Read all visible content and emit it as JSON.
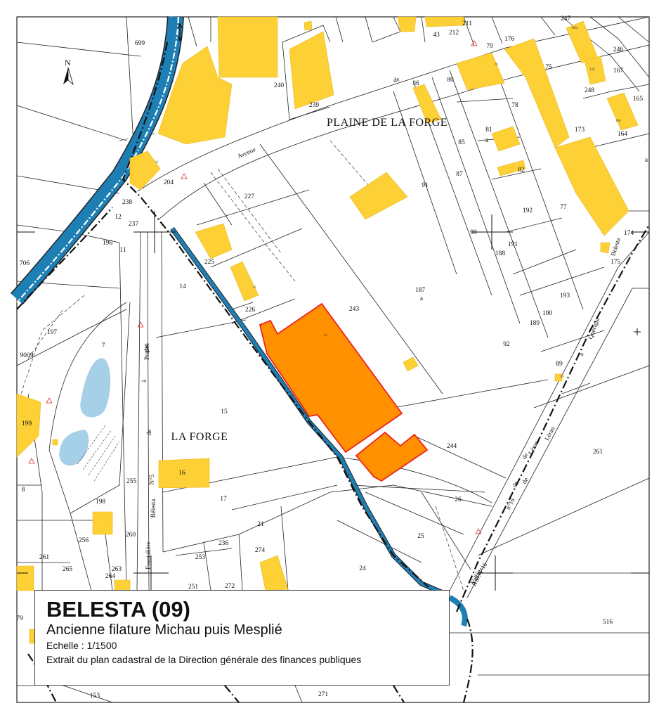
{
  "map": {
    "place_names": [
      "PLAINE DE LA FORGE",
      "LA FORGE"
    ],
    "road_words": [
      "Avenue",
      "de",
      "Belesta",
      "à",
      "Prades",
      "de",
      "N°5",
      "Bélesta",
      "par",
      "Quérigut",
      "à",
      "Léran",
      "de",
      "n°16",
      "de",
      "R.D.N°16",
      "Vallée",
      "Frontalière",
      "de",
      "Léran"
    ],
    "parcels": [
      "699",
      "240",
      "239",
      "211",
      "43",
      "212",
      "247",
      "246",
      "167",
      "165",
      "248",
      "164",
      "176",
      "79",
      "75",
      "86",
      "80",
      "78",
      "81",
      "a",
      "85",
      "87",
      "82",
      "173",
      "a",
      "204",
      "238",
      "12",
      "237",
      "196",
      "11",
      "706",
      "227",
      "91",
      "192",
      "77",
      "174",
      "90",
      "188",
      "191",
      "175",
      "225",
      "14",
      "226",
      "187",
      "a",
      "243",
      "193",
      "189",
      "190",
      "197",
      "9009",
      "7",
      "92",
      "89",
      "15",
      "199",
      "244",
      "261",
      "8",
      "255",
      "16",
      "198",
      "17",
      "26",
      "256",
      "260",
      "21",
      "236",
      "274",
      "25",
      "261",
      "265",
      "263",
      "264",
      "253",
      "251",
      "272",
      "24",
      "516",
      "79",
      "153",
      "271"
    ],
    "small_marks": [
      "21",
      "22",
      "24",
      "29",
      "1863",
      "158",
      "166",
      "89"
    ],
    "north_letter": "N",
    "colors": {
      "building": "#fdd035",
      "highlight": "#ff9100",
      "highlight_border": "#ee2222",
      "river": "#1e7fb5",
      "pond": "#a6cfe8",
      "line": "#222222"
    },
    "icons": [
      "north-arrow-icon",
      "survey-cross-icon",
      "triangle-marker-icon"
    ]
  },
  "legend": {
    "title": "BELESTA (09)",
    "subtitle": "Ancienne filature Michau puis Mesplié",
    "scale": "Echelle : 1/1500",
    "source": "Extrait du plan cadastral de la Direction générale des finances publiques"
  }
}
